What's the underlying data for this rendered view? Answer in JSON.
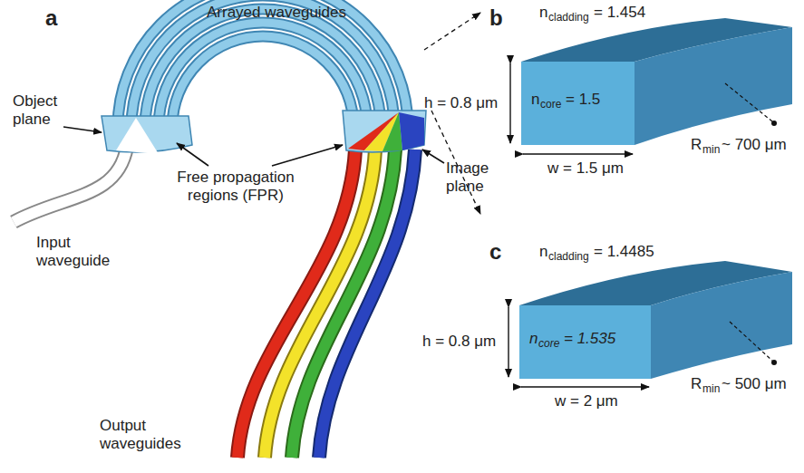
{
  "diagram": {
    "labels": [
      "a",
      "Arrayed waveguides",
      "Object plane",
      "Free propagation regions (FPR)",
      "Input waveguide",
      "Image plane",
      "Output waveguides",
      "b",
      "n",
      "cladding",
      "= 1.454",
      "h = 0.8 μm",
      "n",
      "core",
      "= 1.5",
      "w = 1.5 μm",
      "R",
      "min",
      "~ 700 μm",
      "c",
      "n",
      "cladding",
      "= 1.4485",
      "h = 0.8 μm",
      "n",
      "core",
      "= 1.535",
      "w = 2 μm",
      "R",
      "min",
      "~ 500 μm"
    ]
  }
}
